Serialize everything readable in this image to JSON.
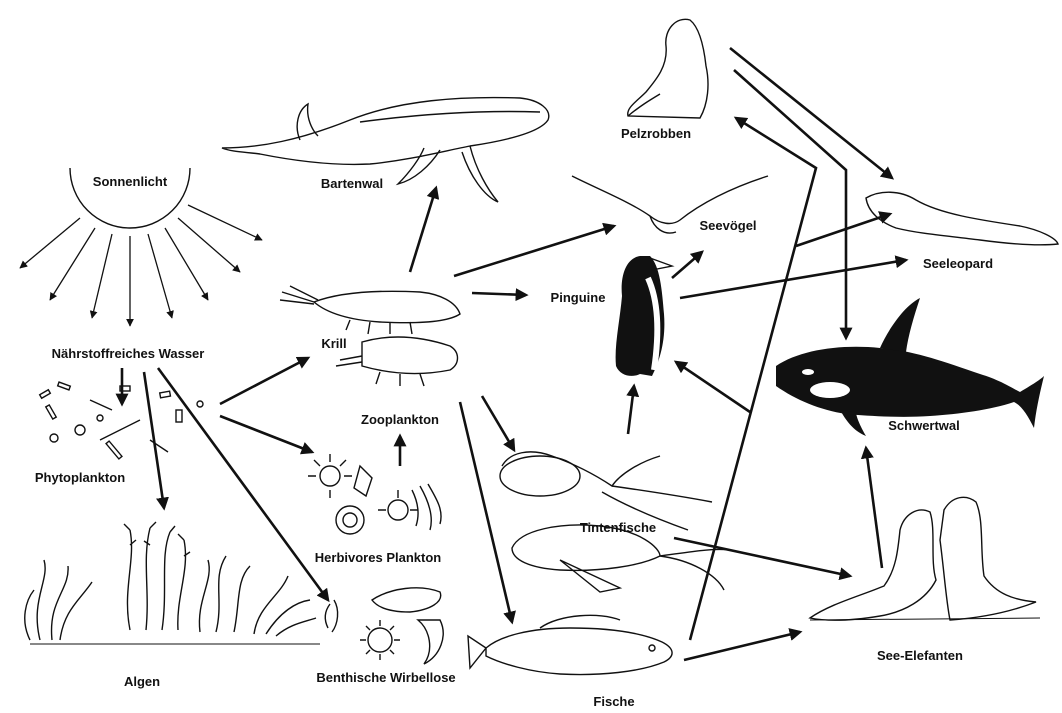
{
  "diagram": {
    "nodes": {
      "sun": "Sonnenlicht",
      "water": "Nährstoffreiches Wasser",
      "phyto": "Phytoplankton",
      "algae": "Algen",
      "krill": "Krill",
      "zoo": "Zooplankton",
      "herb": "Herbivores Plankton",
      "benthic": "Benthische Wirbellose",
      "baleen": "Bartenwal",
      "fur": "Pelzrobben",
      "birds": "Seevögel",
      "penguin": "Pinguine",
      "leopard": "Seeleopard",
      "orca": "Schwertwal",
      "squid": "Tintenfische",
      "fish": "Fische",
      "elephant": "See-Elefanten"
    },
    "edges": [
      [
        "water",
        "phyto"
      ],
      [
        "water",
        "algae"
      ],
      [
        "water",
        "benthic"
      ],
      [
        "phyto",
        "krill"
      ],
      [
        "phyto",
        "herb"
      ],
      [
        "herb",
        "zoo"
      ],
      [
        "krill",
        "baleen"
      ],
      [
        "krill",
        "birds"
      ],
      [
        "krill",
        "penguin"
      ],
      [
        "zoo",
        "squid"
      ],
      [
        "zoo",
        "fish"
      ],
      [
        "penguin",
        "birds"
      ],
      [
        "penguin",
        "leopard"
      ],
      [
        "squid",
        "penguin"
      ],
      [
        "squid",
        "elephant"
      ],
      [
        "fish",
        "elephant"
      ],
      [
        "fish",
        "fur"
      ],
      [
        "fur",
        "leopard"
      ],
      [
        "fur",
        "orca"
      ],
      [
        "elephant",
        "orca"
      ],
      [
        "orca",
        "penguin"
      ]
    ]
  }
}
